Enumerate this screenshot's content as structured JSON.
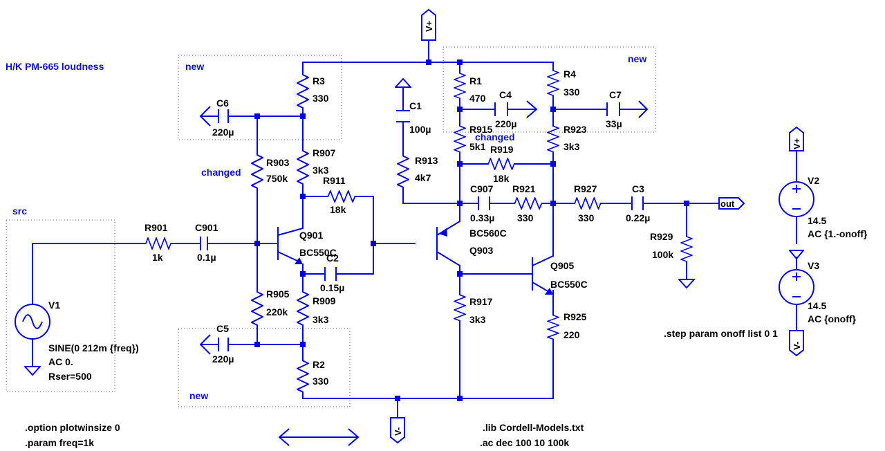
{
  "colors": {
    "wire": "#0000e0",
    "text": "#000000",
    "comment": "#1010c8",
    "box": "#555555"
  },
  "comments": {
    "title": "H/K PM-665 loudness",
    "src": "src",
    "new_c6": "new",
    "new_top": "new",
    "new_c5": "new",
    "changed_left": "changed",
    "changed_right": "changed"
  },
  "directives": {
    "option": ".option plotwinsize 0",
    "param": ".param freq=1k",
    "lib": ".lib Cordell-Models.txt",
    "ac": ".ac dec 100 10 100k",
    "step": ".step param onoff list 0 1"
  },
  "flags": {
    "vplus_top": "V+",
    "vminus_bottom": "V-",
    "vplus_v2": "V+",
    "vminus_v3": "V-",
    "out": "out"
  },
  "components": {
    "R1": {
      "name": "R1",
      "value": "470"
    },
    "R2": {
      "name": "R2",
      "value": "330"
    },
    "R3": {
      "name": "R3",
      "value": "330"
    },
    "R4": {
      "name": "R4",
      "value": "330"
    },
    "R901": {
      "name": "R901",
      "value": "1k"
    },
    "R903": {
      "name": "R903",
      "value": "750k"
    },
    "R905": {
      "name": "R905",
      "value": "220k"
    },
    "R907": {
      "name": "R907",
      "value": "3k3"
    },
    "R909": {
      "name": "R909",
      "value": "3k3"
    },
    "R911": {
      "name": "R911",
      "value": "18k"
    },
    "R913": {
      "name": "R913",
      "value": "4k7"
    },
    "R915": {
      "name": "R915",
      "value": "5k1"
    },
    "R917": {
      "name": "R917",
      "value": "3k3"
    },
    "R919": {
      "name": "R919",
      "value": "18k"
    },
    "R921": {
      "name": "R921",
      "value": "330"
    },
    "R923": {
      "name": "R923",
      "value": "3k3"
    },
    "R925": {
      "name": "R925",
      "value": "220"
    },
    "R927": {
      "name": "R927",
      "value": "330"
    },
    "R929": {
      "name": "R929",
      "value": "100k"
    },
    "C1": {
      "name": "C1",
      "value": "100µ"
    },
    "C2": {
      "name": "C2",
      "value": "0.15µ"
    },
    "C3": {
      "name": "C3",
      "value": "0.22µ"
    },
    "C4": {
      "name": "C4",
      "value": "220µ"
    },
    "C5": {
      "name": "C5",
      "value": "220µ"
    },
    "C6": {
      "name": "C6",
      "value": "220µ"
    },
    "C7": {
      "name": "C7",
      "value": "33µ"
    },
    "C901": {
      "name": "C901",
      "value": "0.1µ"
    },
    "C907": {
      "name": "C907",
      "value": "0.33µ"
    },
    "Q901": {
      "name": "Q901",
      "value": "BC550C"
    },
    "Q903": {
      "name": "Q903",
      "value": "BC560C"
    },
    "Q905": {
      "name": "Q905",
      "value": "BC550C"
    },
    "V1": {
      "name": "V1",
      "line1": "SINE(0 212m {freq})",
      "line2": "AC 0.",
      "line3": "Rser=500"
    },
    "V2": {
      "name": "V2",
      "line1": "14.5",
      "line2": "AC {1.-onoff}"
    },
    "V3": {
      "name": "V3",
      "line1": "14.5",
      "line2": "AC {onoff}"
    }
  }
}
